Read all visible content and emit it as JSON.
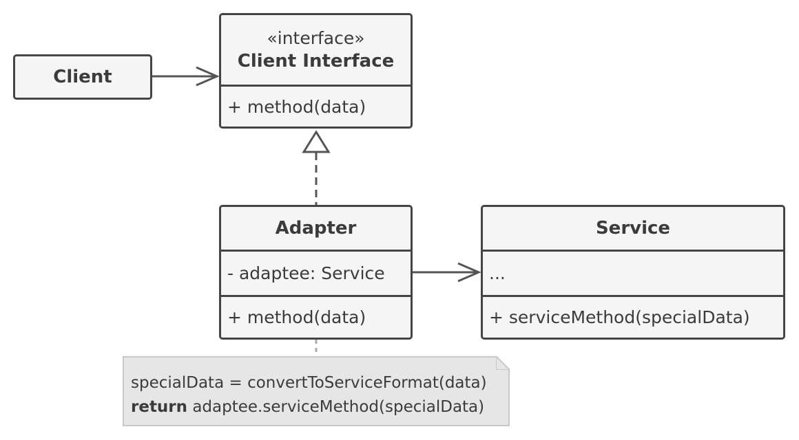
{
  "client": {
    "name": "Client"
  },
  "client_interface": {
    "stereotype": "«interface»",
    "name": "Client Interface",
    "methods": [
      "+ method(data)"
    ]
  },
  "adapter": {
    "name": "Adapter",
    "fields": [
      "- adaptee: Service"
    ],
    "methods": [
      "+ method(data)"
    ]
  },
  "service": {
    "name": "Service",
    "fields": [
      "..."
    ],
    "methods": [
      "+ serviceMethod(specialData)"
    ]
  },
  "note": {
    "line1": "specialData = convertToServiceFormat(data)",
    "line2_keyword": "return",
    "line2_rest": " adaptee.serviceMethod(specialData)"
  },
  "colors": {
    "stroke": "#444444",
    "box_fill": "#f5f5f5",
    "note_fill": "#e6e6e6",
    "note_border": "#c8c8c8",
    "text": "#3b3b3b"
  }
}
